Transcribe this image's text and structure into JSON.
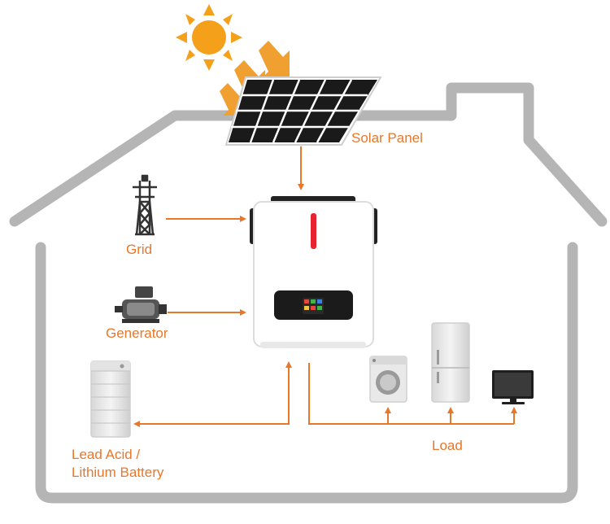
{
  "labels": {
    "solar_panel": "Solar Panel",
    "grid": "Grid",
    "generator": "Generator",
    "battery_line1": "Lead Acid /",
    "battery_line2": "Lithium Battery",
    "load": "Load"
  },
  "colors": {
    "accent": "#e8772a",
    "house_outline": "#b3b3b3",
    "sun": "#f5a01a",
    "panel": "#1c1c1c",
    "inverter_red": "#e8232f"
  },
  "icons": [
    "sun-icon",
    "solar-panel-icon",
    "grid-tower-icon",
    "generator-icon",
    "inverter-icon",
    "battery-stack-icon",
    "washing-machine-icon",
    "refrigerator-icon",
    "tv-icon"
  ]
}
